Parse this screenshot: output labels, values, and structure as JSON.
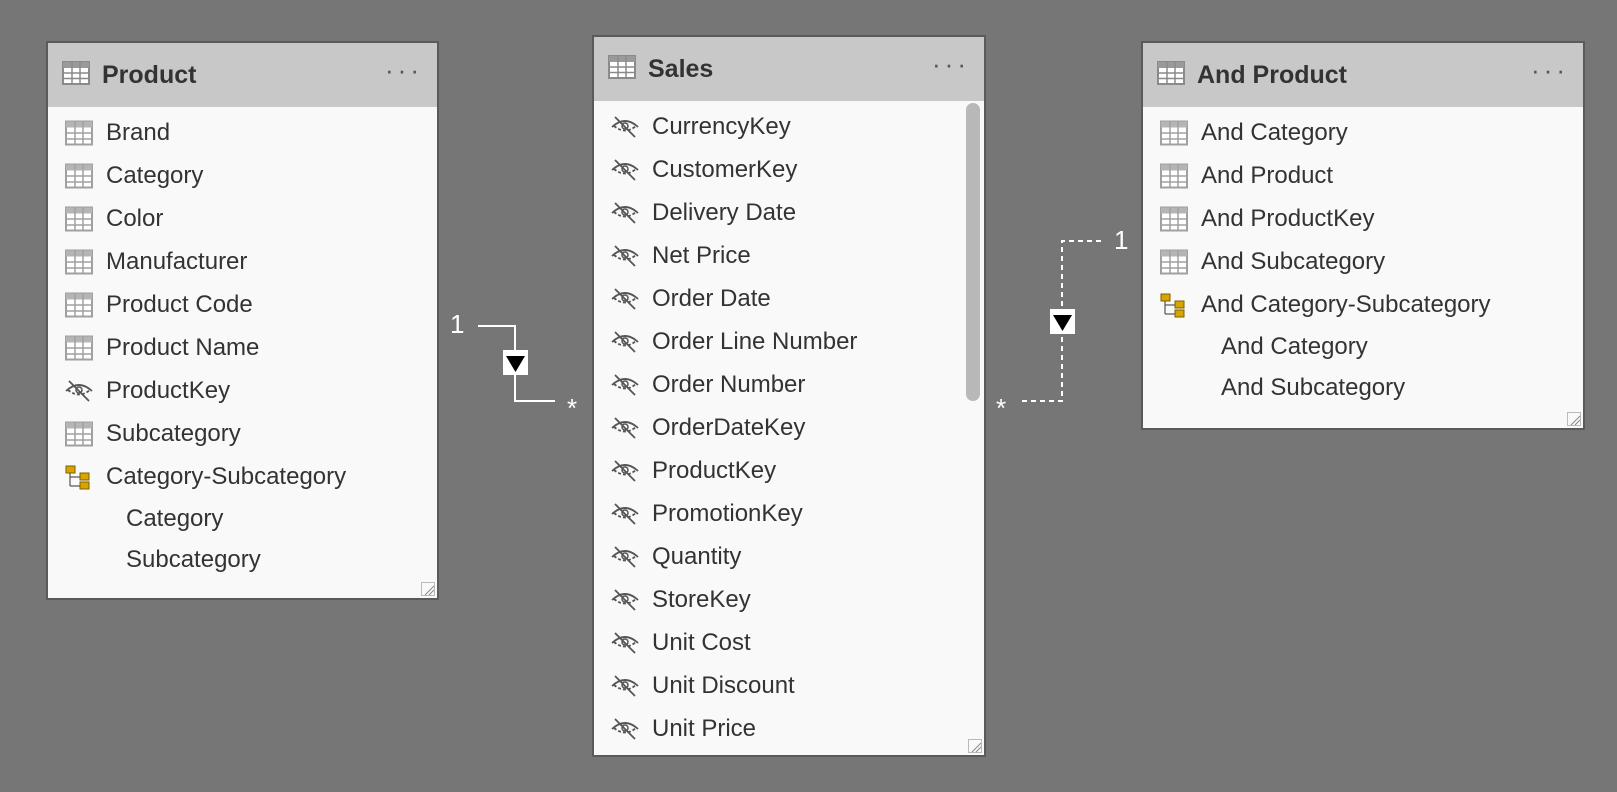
{
  "tables": [
    {
      "title": "Product",
      "more_label": "···",
      "fields": [
        {
          "label": "Brand",
          "icon": "column-icon"
        },
        {
          "label": "Category",
          "icon": "column-icon"
        },
        {
          "label": "Color",
          "icon": "column-icon"
        },
        {
          "label": "Manufacturer",
          "icon": "column-icon"
        },
        {
          "label": "Product Code",
          "icon": "column-icon"
        },
        {
          "label": "Product Name",
          "icon": "column-icon"
        },
        {
          "label": "ProductKey",
          "icon": "hidden-eye-icon"
        },
        {
          "label": "Subcategory",
          "icon": "column-icon"
        },
        {
          "label": "Category-Subcategory",
          "icon": "hierarchy-icon"
        },
        {
          "label": "Category",
          "icon": "none"
        },
        {
          "label": "Subcategory",
          "icon": "none"
        }
      ]
    },
    {
      "title": "Sales",
      "more_label": "···",
      "fields": [
        {
          "label": "CurrencyKey",
          "icon": "hidden-eye-icon"
        },
        {
          "label": "CustomerKey",
          "icon": "hidden-eye-icon"
        },
        {
          "label": "Delivery Date",
          "icon": "hidden-eye-icon"
        },
        {
          "label": "Net Price",
          "icon": "hidden-eye-icon"
        },
        {
          "label": "Order Date",
          "icon": "hidden-eye-icon"
        },
        {
          "label": "Order Line Number",
          "icon": "hidden-eye-icon"
        },
        {
          "label": "Order Number",
          "icon": "hidden-eye-icon"
        },
        {
          "label": "OrderDateKey",
          "icon": "hidden-eye-icon"
        },
        {
          "label": "ProductKey",
          "icon": "hidden-eye-icon"
        },
        {
          "label": "PromotionKey",
          "icon": "hidden-eye-icon"
        },
        {
          "label": "Quantity",
          "icon": "hidden-eye-icon"
        },
        {
          "label": "StoreKey",
          "icon": "hidden-eye-icon"
        },
        {
          "label": "Unit Cost",
          "icon": "hidden-eye-icon"
        },
        {
          "label": "Unit Discount",
          "icon": "hidden-eye-icon"
        },
        {
          "label": "Unit Price",
          "icon": "hidden-eye-icon"
        }
      ]
    },
    {
      "title": "And Product",
      "more_label": "···",
      "fields": [
        {
          "label": "And Category",
          "icon": "column-icon"
        },
        {
          "label": "And Product",
          "icon": "column-icon"
        },
        {
          "label": "And ProductKey",
          "icon": "column-icon"
        },
        {
          "label": "And Subcategory",
          "icon": "column-icon"
        },
        {
          "label": "And Category-Subcategory",
          "icon": "hierarchy-icon"
        },
        {
          "label": "And Category",
          "icon": "none"
        },
        {
          "label": "And Subcategory",
          "icon": "none"
        }
      ]
    }
  ],
  "relationships": [
    {
      "from_table": "Product",
      "to_table": "Sales",
      "one_label": "1",
      "many_label": "*",
      "style": "solid",
      "filter_direction": "down"
    },
    {
      "from_table": "And Product",
      "to_table": "Sales",
      "one_label": "1",
      "many_label": "*",
      "style": "dashed",
      "filter_direction": "down"
    }
  ],
  "colors": {
    "canvas": "#767676",
    "header": "#c8c8c8",
    "card": "#f9f9f9",
    "text": "#333333",
    "relationship_line": "#ffffff"
  }
}
